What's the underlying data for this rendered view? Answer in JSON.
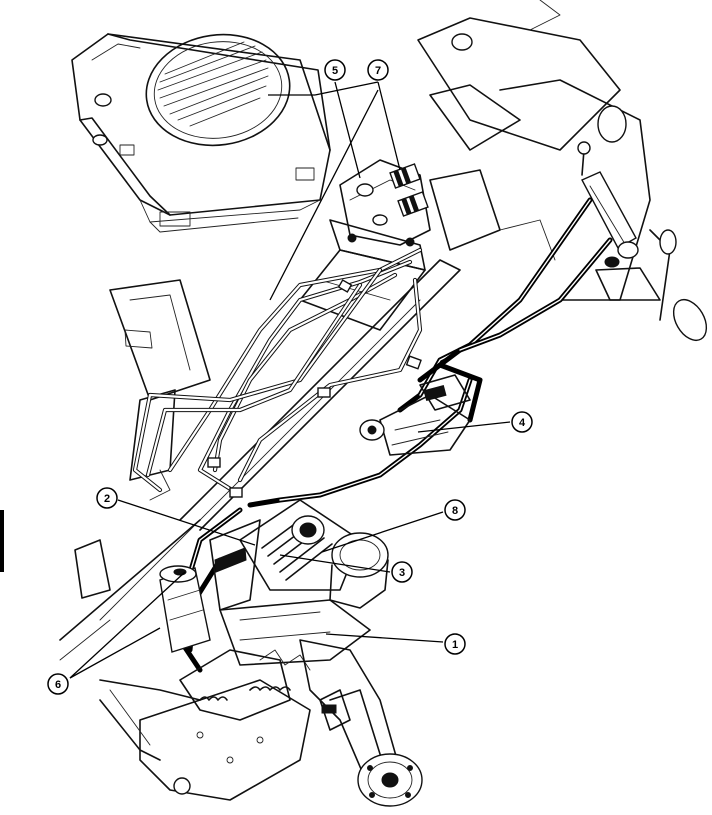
{
  "callouts": [
    {
      "id": "callout-1",
      "label": "1"
    },
    {
      "id": "callout-2",
      "label": "2"
    },
    {
      "id": "callout-3",
      "label": "3"
    },
    {
      "id": "callout-4",
      "label": "4"
    },
    {
      "id": "callout-5",
      "label": "5"
    },
    {
      "id": "callout-6",
      "label": "6"
    },
    {
      "id": "callout-7",
      "label": "7"
    },
    {
      "id": "callout-8",
      "label": "8"
    }
  ]
}
